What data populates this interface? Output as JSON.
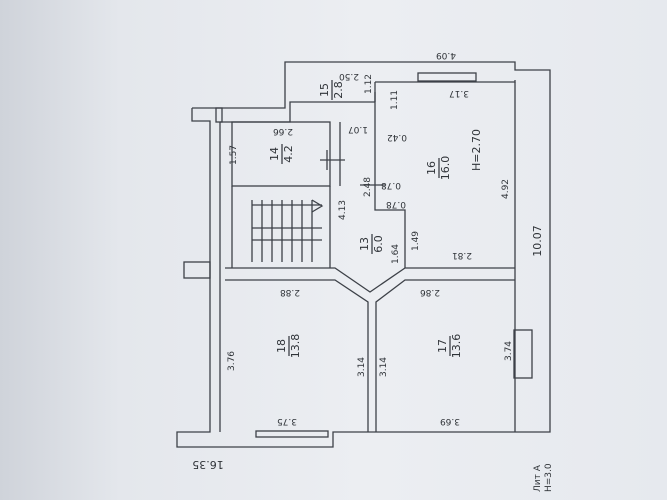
{
  "plan": {
    "overall": {
      "length": "16.35",
      "width": "10.07",
      "top_stub": "4.09"
    },
    "rooms": [
      {
        "num": "14",
        "area": "4.2"
      },
      {
        "num": "15",
        "area": "2.8"
      },
      {
        "num": "16",
        "area": "16.0",
        "height": "H=2.70"
      },
      {
        "num": "13",
        "area": "6.0"
      },
      {
        "num": "18",
        "area": "13.8"
      },
      {
        "num": "17",
        "area": "13.6"
      }
    ],
    "dims": {
      "d_266": "2.66",
      "d_157": "1.57",
      "d_250": "2.50",
      "d_112": "1.12",
      "d_111": "1.11",
      "d_317": "3.17",
      "d_107": "1.07",
      "d_042": "0.42",
      "d_248": "2.48",
      "d_078a": "0.78",
      "d_078b": "0.78",
      "d_413": "4.13",
      "d_164": "1.64",
      "d_149": "1.49",
      "d_281": "2.81",
      "d_492": "4.92",
      "d_288": "2.88",
      "d_286": "2.86",
      "d_376": "3.76",
      "d_314a": "3.14",
      "d_314b": "3.14",
      "d_374": "3.74",
      "d_375": "3.75",
      "d_369": "3.69"
    },
    "corner_text": {
      "line1": "Лит А",
      "line2": "H=3.0"
    }
  }
}
